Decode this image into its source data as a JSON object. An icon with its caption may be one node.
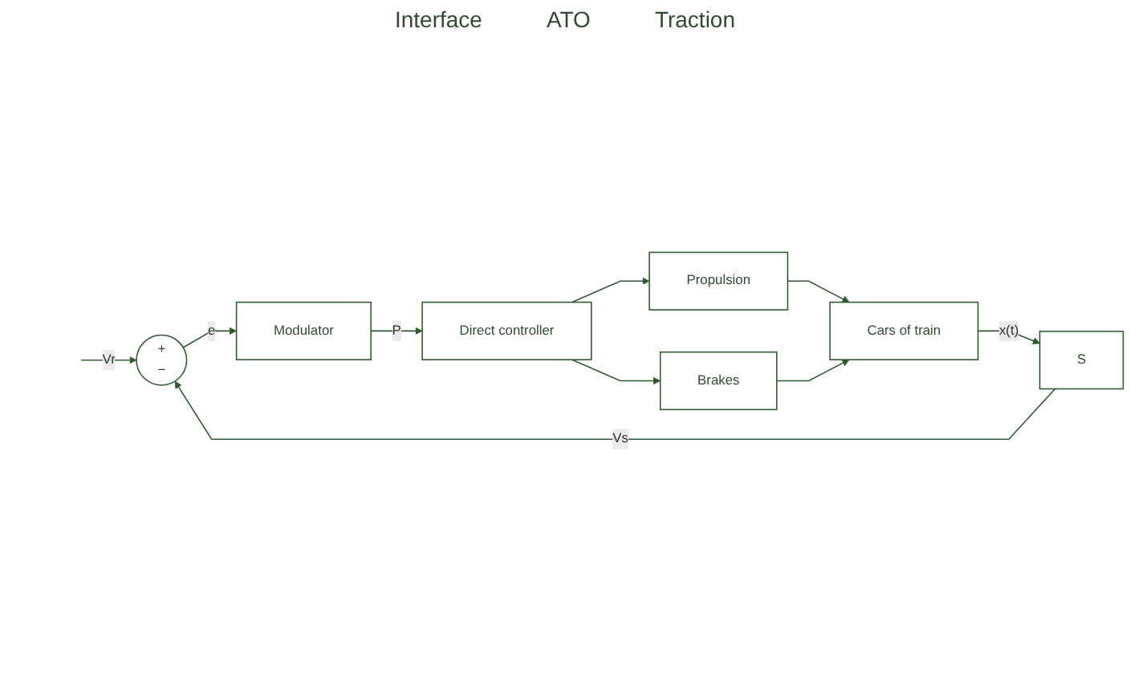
{
  "diagram": {
    "nodes": [
      {
        "text": [
          "+",
          "−"
        ]
      },
      {
        "text": [
          "Modulator"
        ]
      },
      {
        "text": [
          "Direct controller"
        ]
      },
      {
        "text": [
          "Propulsion"
        ]
      },
      {
        "text": [
          "Brakes"
        ]
      },
      {
        "text": [
          "Cars of train"
        ]
      },
      {
        "text": [
          "S"
        ]
      }
    ],
    "edges": [
      {
        "from": null,
        "to": 0,
        "arrow": "to",
        "label": "Vr"
      },
      {
        "from": 0,
        "to": 1,
        "arrow": "to",
        "label": "e"
      },
      {
        "from": 1,
        "to": 2,
        "arrow": "to",
        "label": "P"
      },
      {
        "from": 2,
        "to": 3,
        "arrow": "to"
      },
      {
        "from": 2,
        "to": 4,
        "arrow": "to"
      },
      {
        "from": 3,
        "to": 5,
        "arrow": "to"
      },
      {
        "from": 4,
        "to": 5,
        "arrow": "to"
      },
      {
        "from": 5,
        "to": 6,
        "arrow": "to",
        "label": "x(t)"
      },
      {
        "from": 6,
        "to": 0,
        "arrow": "to",
        "label": "Vs"
      }
    ],
    "labels": [
      "Interface",
      "ATO",
      "Traction"
    ]
  }
}
